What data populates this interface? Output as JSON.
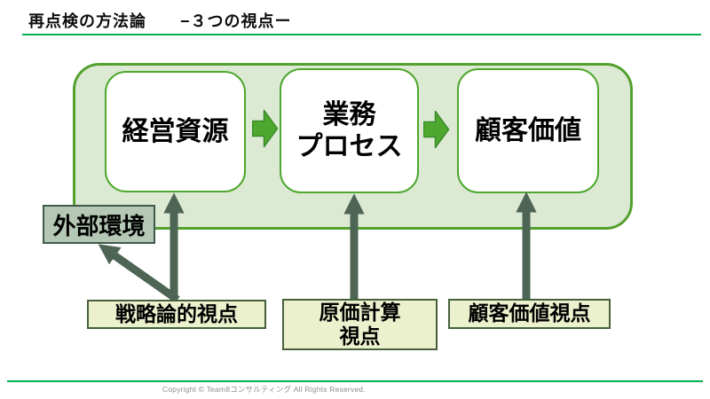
{
  "title": {
    "text": "再点検の方法論　　−３つの視点ー"
  },
  "diagram": {
    "flow_boxes": [
      {
        "lines": [
          "経営資源"
        ]
      },
      {
        "lines": [
          "業務",
          "プロセス"
        ]
      },
      {
        "lines": [
          "顧客価値"
        ]
      }
    ],
    "external_box": {
      "label": "外部環境"
    },
    "perspective_boxes": [
      {
        "lines": [
          "戦略論的視点"
        ]
      },
      {
        "lines": [
          "原価計算",
          "視点"
        ]
      },
      {
        "lines": [
          "顧客価値視点"
        ]
      }
    ]
  },
  "footer": {
    "copyright": "Copyright © Team8コンサルティング All Rights Reserved."
  },
  "colors": {
    "accent_line": "#00b050",
    "container_fill": "#dcead4",
    "container_border": "#54a02f",
    "flow_box_border": "#4ea72e",
    "flow_arrow_green": "#4ea72e",
    "perspective_arrow_dark": "#4e6455",
    "external_box_fill": "#b5c7b5",
    "external_box_border": "#3f5a4b",
    "perspective_box_fill": "#ebf0cd",
    "perspective_box_border": "#47603c",
    "footer_text": "#8f8f8f"
  }
}
